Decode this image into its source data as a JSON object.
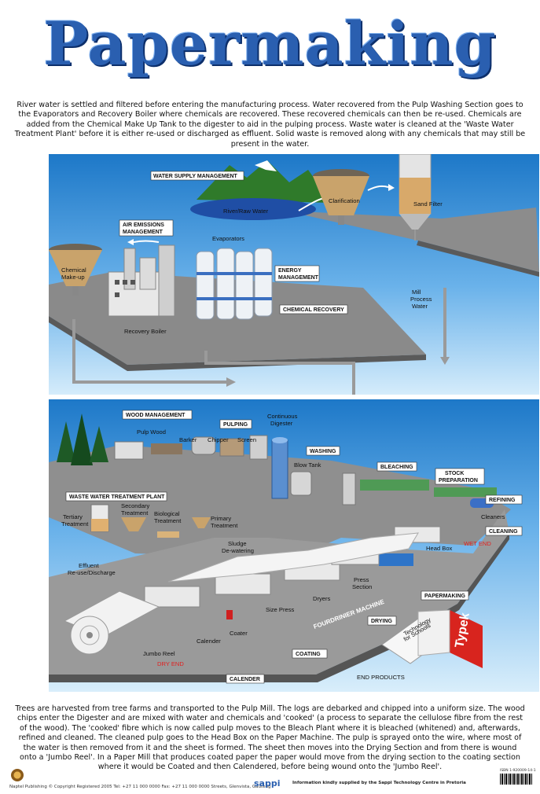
{
  "title": "Papermaking",
  "intro_text": "River water is settled and filtered before entering the manufacturing process. Water recovered from the Pulp Washing Section goes to the Evaporators and Recovery Boiler where chemicals are recovered. These recovered chemicals can then be re-used. Chemicals are added from the Chemical Make Up Tank to the digester to aid in the pulping process. Waste water is cleaned at the 'Waste Water Treatment Plant' before it is either re-used or discharged as effluent. Solid waste is removed along with any chemicals that may still be present in the water.",
  "outro_text": "Trees are harvested from tree farms and transported to the Pulp Mill. The logs are debarked and chipped into a uniform size. The wood chips enter the Digester and are mixed with water and chemicals and 'cooked' (a process to separate the cellulose fibre from the rest of the wood). The 'cooked' fibre which is now called pulp moves to the Bleach Plant where it is bleached (whitened) and, afterwards, refined and cleaned. The cleaned pulp goes to the Head Box on the Paper Machine. The pulp is sprayed onto the wire, where most of the water is then removed from it and the sheet is formed. The sheet then moves into the Drying Section and from there is wound onto a 'Jumbo Reel'. In a Paper Mill that produces coated paper the paper would move from the drying section to the coating section where it would be Coated and then Calendered, before being wound onto the 'Jumbo Reel'.",
  "top": {
    "water_supply": "WATER SUPPLY MANAGEMENT",
    "river": "River/Raw Water",
    "clarification": "Clarification",
    "sand_filter": "Sand Filter",
    "air_emissions": [
      "AIR EMISSIONS",
      "MANAGEMENT"
    ],
    "evaporators": "Evaporators",
    "chemical_makeup": [
      "Chemical",
      "Make-up"
    ],
    "energy": [
      "ENERGY",
      "MANAGEMENT"
    ],
    "chemical_recovery": "CHEMICAL RECOVERY",
    "recovery_boiler": "Recovery Boiler",
    "mill_water": [
      "Mill",
      "Process",
      "Water"
    ]
  },
  "bottom": {
    "wood_management": "WOOD MANAGEMENT",
    "pulp_wood": "Pulp Wood",
    "barker": "Barker",
    "chipper": "Chipper",
    "screen": "Screen",
    "pulping": "PULPING",
    "digester": [
      "Continuous",
      "Digester"
    ],
    "washing": "WASHING",
    "blow_tank": "Blow Tank",
    "bleaching": "BLEACHING",
    "stock_prep": [
      "STOCK",
      "PREPARATION"
    ],
    "refining": "REFINING",
    "cleaners": "Cleaners",
    "cleaning": "CLEANING",
    "head_box": "Head Box",
    "wet_end": "WET END",
    "wwtp": "WASTE WATER TREATMENT PLANT",
    "tertiary": [
      "Tertiary",
      "Treatment"
    ],
    "secondary": [
      "Secondary",
      "Treatment"
    ],
    "biological": [
      "Biological",
      "Treatment"
    ],
    "primary": [
      "Primary",
      "Treatment"
    ],
    "sludge": [
      "Sludge",
      "De-watering"
    ],
    "effluent": [
      "Effluent",
      "Re-use/Discharge"
    ],
    "press_section": [
      "Press",
      "Section"
    ],
    "dryers": "Dryers",
    "papermaking": "PAPERMAKING",
    "fourdrinier": "FOURDRINIER MACHINE",
    "size_press": "Size Press",
    "drying": "DRYING",
    "coater": "Coater",
    "calender_lbl": "Calender",
    "jumbo_reel": "Jumbo Reel",
    "dry_end": "DRY END",
    "coating": "COATING",
    "calender_box": "CALENDER",
    "end_products": "END PRODUCTS",
    "typek": "Typek",
    "book": [
      "Technology",
      "for Schools"
    ]
  },
  "footer": {
    "copyright": "Naptel Publishing  © Copyright Registered 2005  Tel: +27 11 000 0000  Fax: +27 11 000 0000  Streets, Glenvista, Gauteng",
    "brand": "sappi",
    "credit": "Information kindly supplied by the Sappi Technology Centre in Pretoria",
    "isbn": "ISBN 1-920009-14-1"
  },
  "colors": {
    "sky_top": "#1d78c8",
    "sky_bottom": "#d5ecfb",
    "title": "#2a5fb0",
    "wet_end": "#e02020",
    "typek_red": "#d8241e"
  }
}
